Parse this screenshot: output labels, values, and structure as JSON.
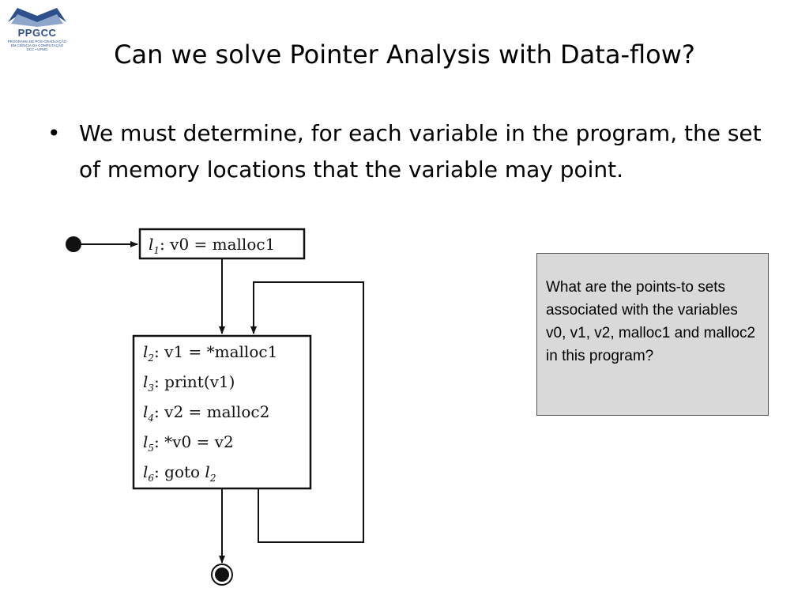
{
  "logo": {
    "name": "PPGCC",
    "subtitle": "PROGRAMA DE PÓS-GRADUAÇÃO\nEM CIÊNCIA DA COMPUTAÇÃO\nDCC • UFMG",
    "colors": {
      "brand": "#2d4f8c",
      "shade": "#8fa6cc"
    }
  },
  "slide": {
    "title": "Can we solve Pointer Analysis with Data-flow?",
    "bullets": [
      {
        "marker": "•",
        "text": "We must determine, for each variable in the program, the set of memory locations that the variable may point."
      }
    ]
  },
  "diagram": {
    "entry_node": "start-node",
    "exit_node": "end-node",
    "blocks": [
      {
        "id": "block-1",
        "lines": [
          {
            "label": "l",
            "sub": "1",
            "code": ": v0 = malloc1"
          }
        ]
      },
      {
        "id": "block-2",
        "lines": [
          {
            "label": "l",
            "sub": "2",
            "code": ": v1 = *malloc1"
          },
          {
            "label": "l",
            "sub": "3",
            "code": ": print(v1)"
          },
          {
            "label": "l",
            "sub": "4",
            "code": ": v2 = malloc2"
          },
          {
            "label": "l",
            "sub": "5",
            "code": ": *v0 = v2"
          },
          {
            "label": "l",
            "sub": "6",
            "code": ": goto ",
            "target": "l",
            "target_sub": "2"
          }
        ]
      }
    ]
  },
  "callout": {
    "text": "What are the points-to sets associated with the variables v0, v1, v2, malloc1 and malloc2 in this program?"
  }
}
